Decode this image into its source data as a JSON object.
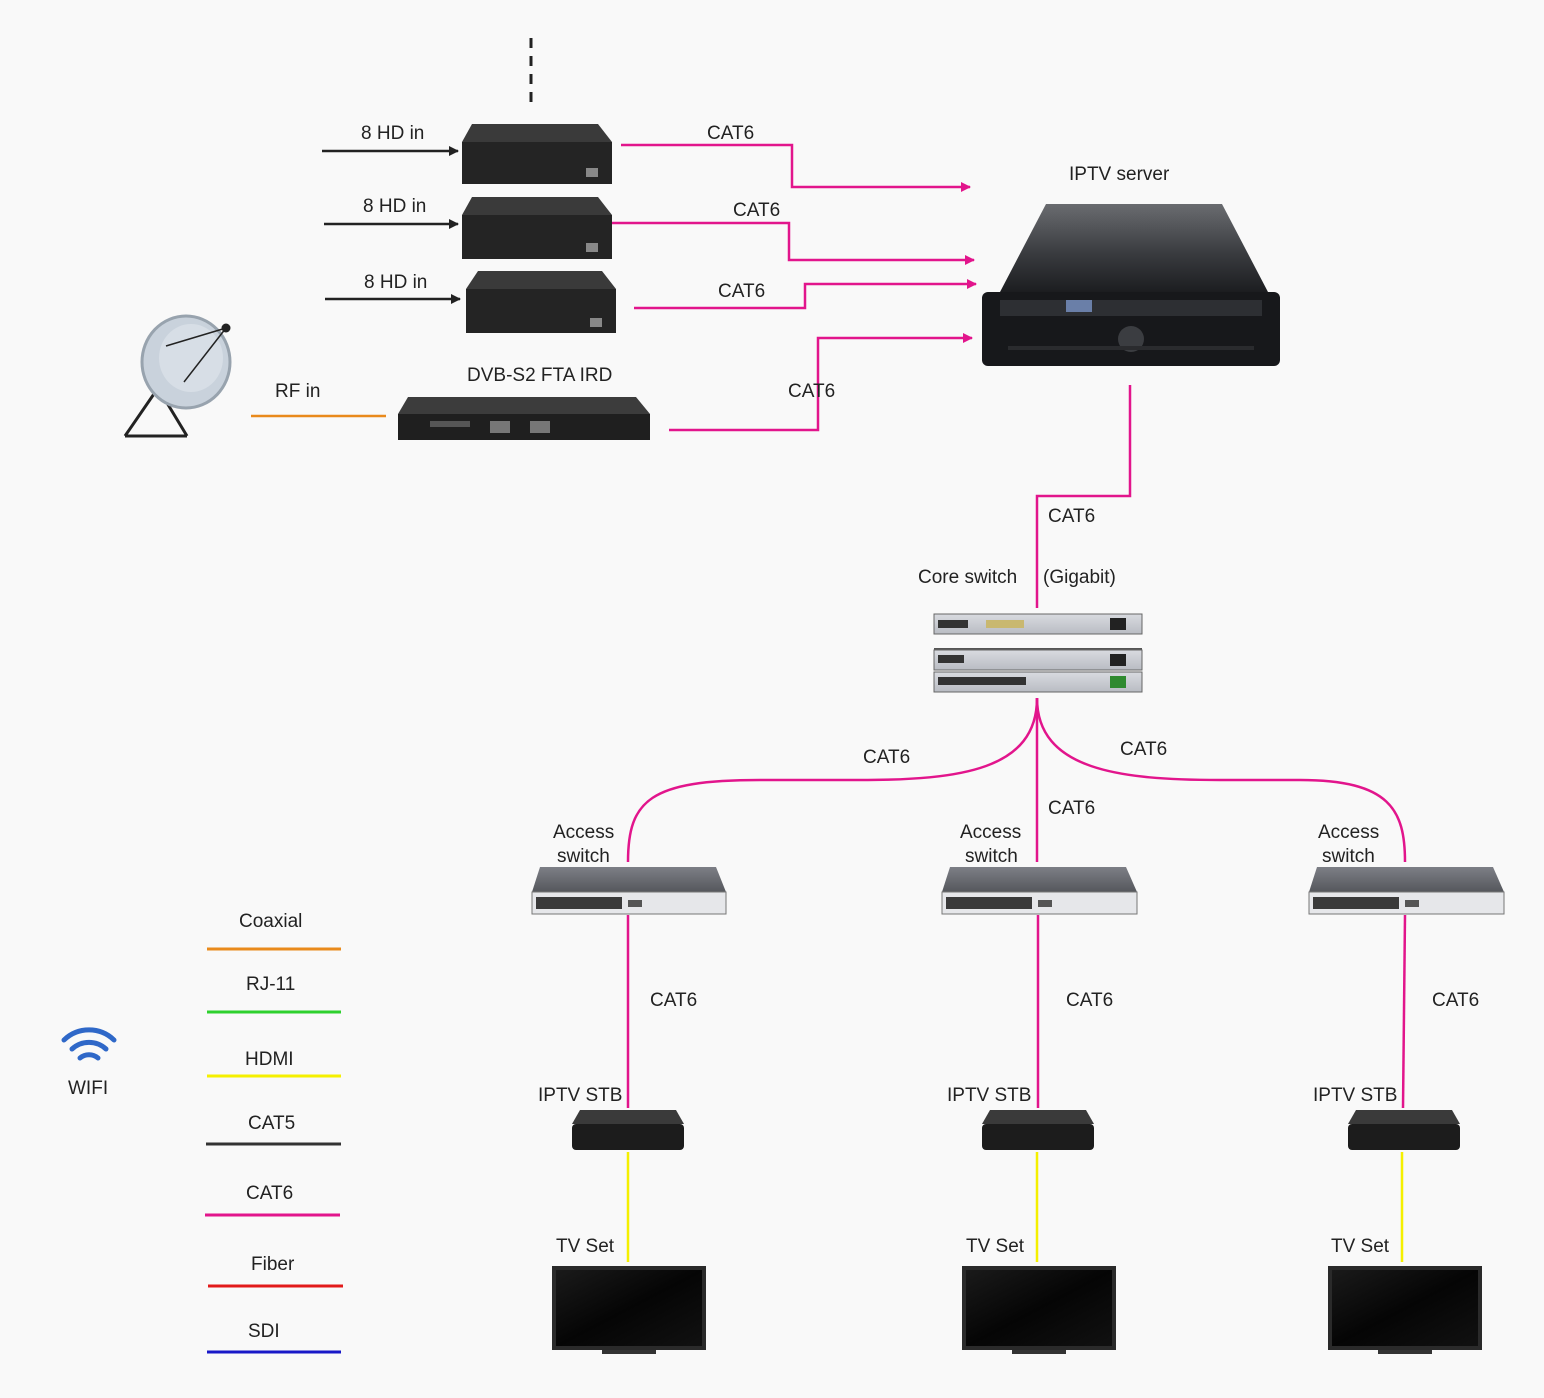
{
  "colors": {
    "cat6": "#e2158c",
    "coax": "#e98a1c",
    "rj11": "#2ed12e",
    "hdmi": "#f5f000",
    "cat5": "#333333",
    "fiber": "#e21b1b",
    "sdi": "#1818c8",
    "wifi": "#2f68c8"
  },
  "top_stub": "dashed-line",
  "encoders": [
    {
      "input_label": "8 HD in",
      "link_label": "CAT6"
    },
    {
      "input_label": "8 HD in",
      "link_label": "CAT6"
    },
    {
      "input_label": "8 HD in",
      "link_label": "CAT6"
    }
  ],
  "satellite": {
    "icon": "satellite-dish-icon",
    "rf_label": "RF in"
  },
  "ird": {
    "label": "DVB-S2 FTA IRD",
    "link_label": "CAT6"
  },
  "server": {
    "label": "IPTV server",
    "uplink_label": "CAT6"
  },
  "core_switch": {
    "label": "Core switch",
    "sublabel": "(Gigabit)"
  },
  "branches": [
    {
      "link_label": "CAT6",
      "access_label_1": "Access",
      "access_label_2": "switch",
      "stb_link_label": "CAT6",
      "stb_label": "IPTV STB",
      "tv_label": "TV Set"
    },
    {
      "link_label": "CAT6",
      "access_label_1": "Access",
      "access_label_2": "switch",
      "stb_link_label": "CAT6",
      "stb_label": "IPTV STB",
      "tv_label": "TV Set"
    },
    {
      "link_label": "CAT6",
      "access_label_1": "Access",
      "access_label_2": "switch",
      "stb_link_label": "CAT6",
      "stb_label": "IPTV STB",
      "tv_label": "TV Set"
    }
  ],
  "legend": [
    {
      "label": "Coaxial",
      "color": "#e98a1c"
    },
    {
      "label": "RJ-11",
      "color": "#2ed12e"
    },
    {
      "label": "HDMI",
      "color": "#f5f000"
    },
    {
      "label": "CAT5",
      "color": "#333333"
    },
    {
      "label": "CAT6",
      "color": "#e2158c"
    },
    {
      "label": "Fiber",
      "color": "#e21b1b"
    },
    {
      "label": "SDI",
      "color": "#1818c8"
    }
  ],
  "wifi": {
    "label": "WIFI",
    "icon": "wifi-icon"
  }
}
